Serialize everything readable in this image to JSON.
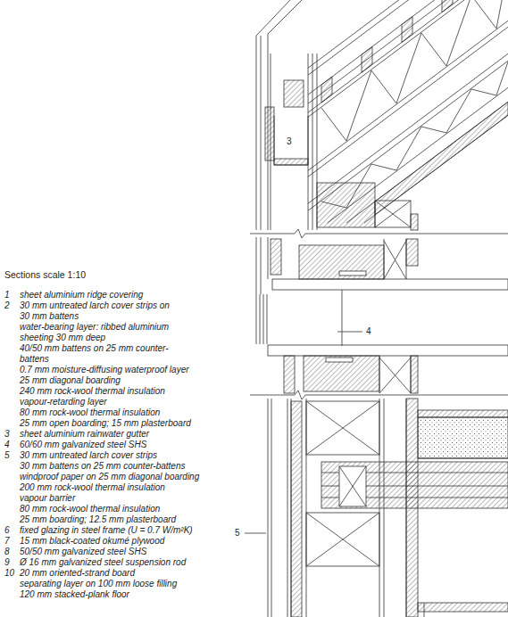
{
  "diagram": {
    "title": "Sections scale 1:10",
    "labels": [
      "1",
      "sheet aluminium ridge covering",
      "2",
      "30 mm untreated larch cover strips on",
      "30 mm battens",
      "water-bearing layer: ribbed aluminium",
      "sheeting 30 mm deep",
      "40/50 mm battens on 25 mm counter-",
      "battens",
      "0.7 mm moisture-diffusing waterproof layer",
      "25 mm diagonal boarding",
      "240 mm rock-wool thermal insulation",
      "vapour-retarding layer",
      "80 mm rock-wool thermal insulation",
      "25 mm open boarding; 15 mm plasterboard",
      "3",
      "sheet aluminium rainwater gutter",
      "4",
      "60/60 mm galvanized steel SHS",
      "5",
      "30 mm untreated larch cover strips",
      "30 mm battens on 25 mm counter-battens",
      "windproof paper on 25 mm diagonal boarding",
      "200 mm rock-wool thermal insulation",
      "vapour barrier",
      "80 mm rock-wool thermal insulation",
      "25 mm boarding; 12.5 mm plasterboard",
      "6",
      "fixed glazing in steel frame (U = 0.7 W/m²K)",
      "7",
      "15 mm black-coated okumé plywood",
      "8",
      "50/50 mm galvanized steel SHS",
      "9",
      "Ø 16 mm galvanized steel suspension rod",
      "10",
      "20 mm oriented-strand board",
      "separating layer on 100 mm loose filling",
      "120 mm stacked-plank floor",
      "3",
      "4",
      "5"
    ]
  }
}
